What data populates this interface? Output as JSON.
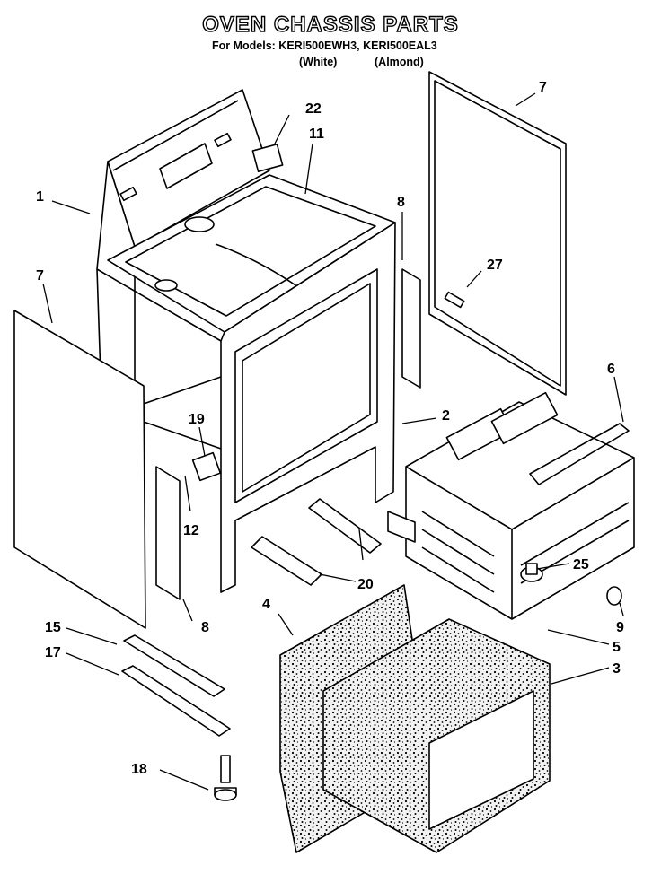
{
  "header": {
    "title": "OVEN CHASSIS PARTS",
    "models_line": "For Models: KERI500EWH3, KERI500EAL3",
    "finish_white": "(White)",
    "finish_almond": "(Almond)"
  },
  "callouts": {
    "c1": "1",
    "c2": "2",
    "c3": "3",
    "c4": "4",
    "c5": "5",
    "c6": "6",
    "c7a": "7",
    "c7b": "7",
    "c8a": "8",
    "c8b": "8",
    "c9": "9",
    "c11": "11",
    "c12": "12",
    "c15": "15",
    "c17": "17",
    "c18": "18",
    "c19": "19",
    "c20": "20",
    "c22": "22",
    "c25": "25",
    "c27": "27"
  },
  "colors": {
    "line": "#000000",
    "fill": "#ffffff",
    "insulation": "#e6e6e6"
  }
}
